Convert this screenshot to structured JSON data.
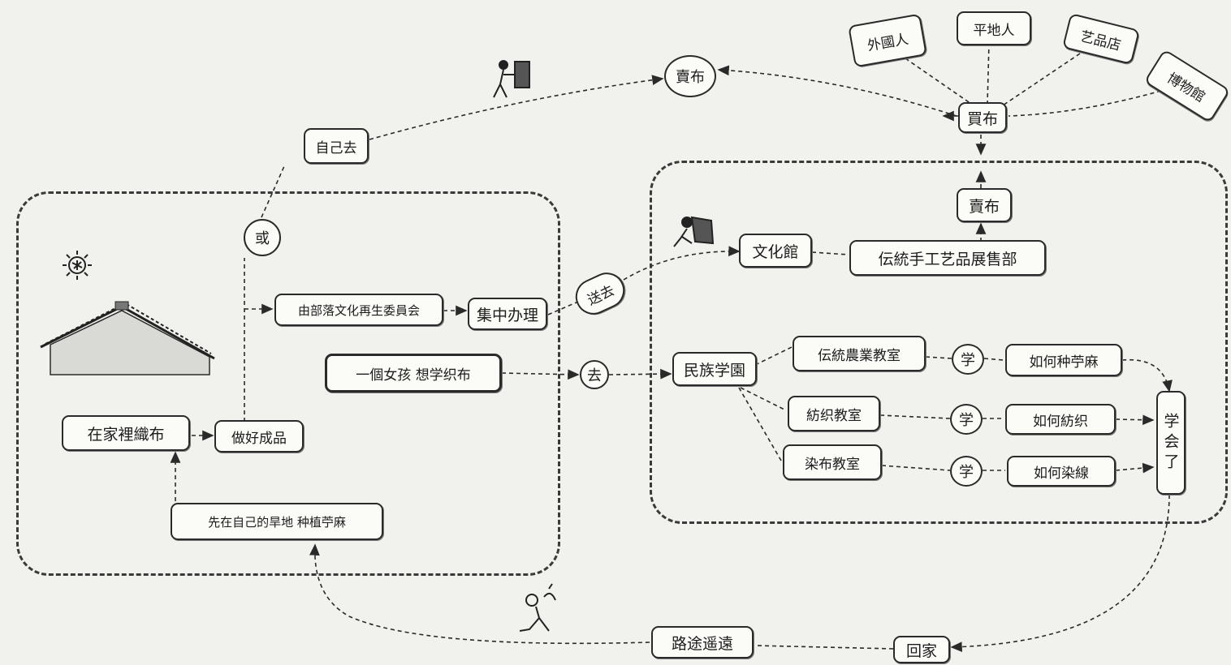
{
  "nodes": {
    "home_weaving": "在家裡織布",
    "finished_product": "做好成品",
    "or": "或",
    "self_go": "自己去",
    "sell_cloth_top": "賣布",
    "foreigners": "外國人",
    "locals": "平地人",
    "craft_shop": "艺品店",
    "museum": "博物館",
    "buy_cloth": "買布",
    "sell_cloth": "賣布",
    "cultural_center": "文化館",
    "craft_sales_dept": "伝統手工艺品展售部",
    "council": "由部落文化再生委員会",
    "centralized": "集中办理",
    "send_away": "送去",
    "girl_wants": "一個女孩 想学织布",
    "go": "去",
    "ethnic_school": "民族学園",
    "agri_class": "伝統農業教室",
    "weaving_class": "紡织教室",
    "dyeing_class": "染布教室",
    "learn_1": "学",
    "learn_2": "学",
    "learn_3": "学",
    "how_grow_ramie": "如何种苧麻",
    "how_spin": "如何紡织",
    "how_dye": "如何染線",
    "learned": "学会了",
    "go_home": "回家",
    "long_road": "路途遥遠",
    "plant_ramie": "先在自己的旱地 种植苧麻"
  },
  "icons": {
    "sun": "sun-icon",
    "house": "house-roof-icon",
    "person_carrying_top": "person-carrying-cloth-icon",
    "person_carrying_mid": "person-carrying-load-icon",
    "person_walking": "person-walking-icon"
  },
  "colors": {
    "ink": "#2a2a2a",
    "paper": "#f1f2ee",
    "box_fill": "#fbfbf8"
  }
}
